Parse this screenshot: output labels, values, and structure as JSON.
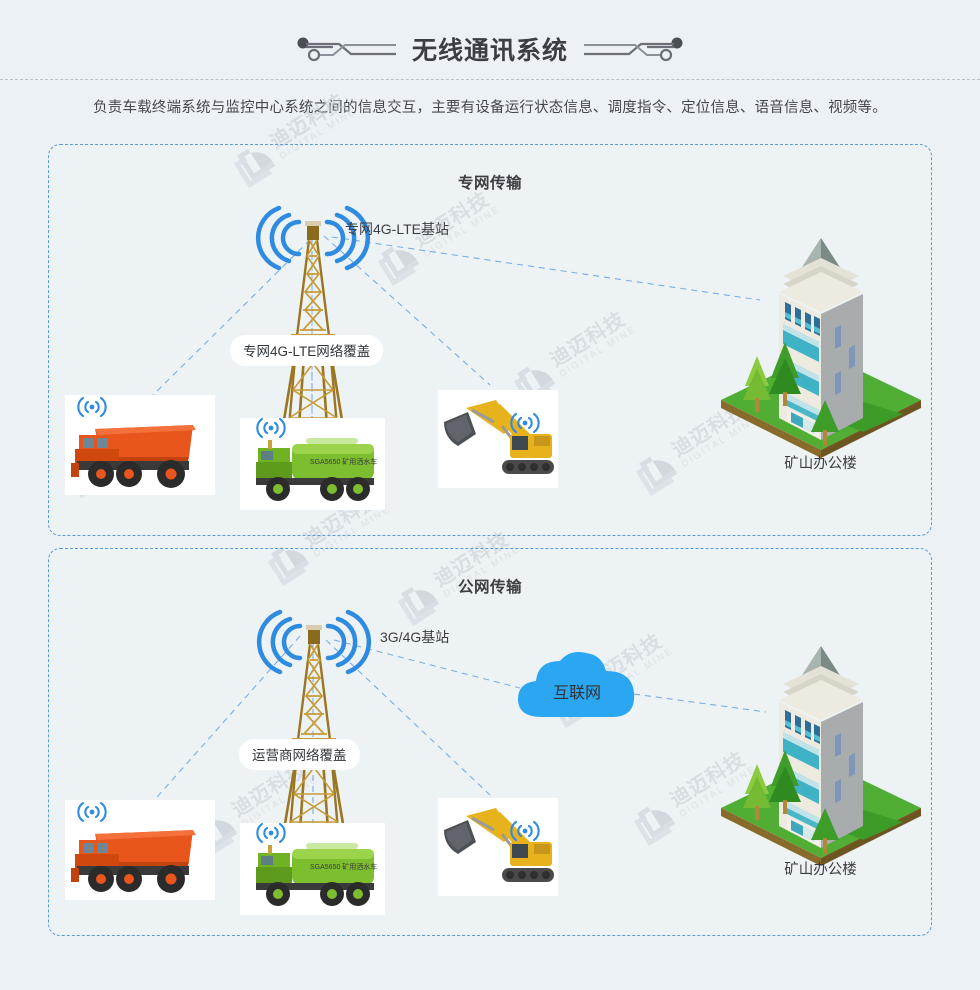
{
  "header": {
    "title": "无线通讯系统",
    "ornament_left": "circuit-trace-left",
    "ornament_right": "circuit-trace-right",
    "subtitle": "负责车载终端系统与监控中心系统之间的信息交互，主要有设备运行状态信息、调度指令、定位信息、语音信息、视频等。"
  },
  "watermark": {
    "cn": "迪迈科技",
    "en": "DIGITAL MINE",
    "logo": "digital-mine-logo"
  },
  "colors": {
    "background": "#ECF1F5",
    "panel_border": "#5B9BD5",
    "link": "#5B9BD5",
    "wave": "#2E8BE0",
    "cloud": "#2BA6F0",
    "tower_dark": "#7A5B16",
    "tower_light": "#C79A38",
    "grass": "#4FAE33",
    "title": "#3B3F44"
  },
  "panels": [
    {
      "id": "private",
      "title": "专网传输",
      "base_station": {
        "label": "专网4G-LTE基站",
        "icon": "signal-tower-icon"
      },
      "coverage_pill": "专网4G-LTE网络覆盖",
      "destination": {
        "label": "矿山办公楼",
        "icon": "office-building-icon"
      },
      "cloud": null,
      "vehicles": [
        {
          "name": "mining-dump-truck",
          "model": "",
          "color": "#E8551D",
          "signal": "wifi-signal-icon"
        },
        {
          "name": "mine-water-truck",
          "model": "SGA5650 矿用洒水车",
          "color": "#7DBE2E",
          "signal": "wifi-signal-icon"
        },
        {
          "name": "hydraulic-excavator",
          "model": "",
          "color": "#E8B21C",
          "signal": "wifi-signal-icon"
        }
      ]
    },
    {
      "id": "public",
      "title": "公网传输",
      "base_station": {
        "label": "3G/4G基站",
        "icon": "signal-tower-icon"
      },
      "coverage_pill": "运营商网络覆盖",
      "destination": {
        "label": "矿山办公楼",
        "icon": "office-building-icon"
      },
      "cloud": {
        "label": "互联网",
        "icon": "cloud-icon"
      },
      "vehicles": [
        {
          "name": "mining-dump-truck",
          "model": "",
          "color": "#E8551D",
          "signal": "wifi-signal-icon"
        },
        {
          "name": "mine-water-truck",
          "model": "SGA5650 矿用洒水车",
          "color": "#7DBE2E",
          "signal": "wifi-signal-icon"
        },
        {
          "name": "hydraulic-excavator",
          "model": "",
          "color": "#E8B21C",
          "signal": "wifi-signal-icon"
        }
      ]
    }
  ]
}
